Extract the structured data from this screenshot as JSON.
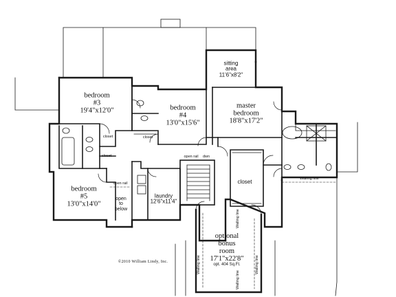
{
  "rooms": {
    "bedroom3": {
      "name": "bedroom",
      "number": "#3",
      "dims": "19'4\"x12'0\""
    },
    "bedroom4": {
      "name": "bedroom",
      "number": "#4",
      "dims": "13'0\"x15'6\""
    },
    "bedroom5": {
      "name": "bedroom",
      "number": "#5",
      "dims": "13'0\"x14'0\""
    },
    "master": {
      "name1": "master",
      "name2": "bedroom",
      "dims": "18'8\"x17'2\""
    },
    "sitting": {
      "name1": "sitting",
      "name2": "area",
      "dims": "11'6\"x8'2\""
    },
    "laundry": {
      "name": "laundry",
      "dims": "12'6\"x11'4\""
    },
    "bonus": {
      "name1": "optional",
      "name2": "bonus",
      "name3": "room",
      "dims": "17'1\"x22'8\"",
      "area": "opt. 404 Sq.Ft."
    },
    "open_to_below": {
      "line1": "open",
      "line2": "to",
      "line3": "below"
    }
  },
  "labels": {
    "closet_master": "closet",
    "closet_b4": "closet",
    "closet_small_a": "closet",
    "closet_small_b": "closet",
    "stair_down": "dwn",
    "stair_rail": "open rail",
    "rail_left": "open rail",
    "walling_line_right": "Walling line",
    "walling_line_bonus_left": "Walling line",
    "walling_line_bonus_right": "Walling line",
    "walling_line_bonus_rl": "Walling line",
    "walling_line_bonus_rr": "Walling line"
  },
  "copyright": "©2010 William Lindy, Inc."
}
